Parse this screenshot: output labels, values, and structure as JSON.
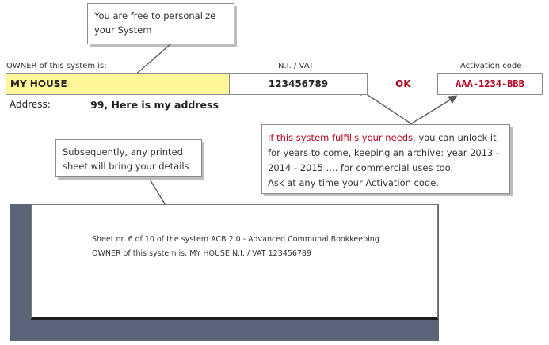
{
  "callouts": {
    "personalize": "You are free to personalize your System",
    "printed": "Subsequently, any printed sheet will bring your details",
    "unlock_highlight": "If this system fulfills your needs",
    "unlock_rest": ", you can unlock it for years to come, keeping an archive: year 2013 - 2014 - 2015 .... for commercial uses too.",
    "unlock_ask": "Ask at any time your Activation code."
  },
  "form": {
    "owner_label": "OWNER of this system is:",
    "owner_value": "MY HOUSE",
    "vat_label": "N.I. / VAT",
    "vat_value": "123456789",
    "status": "OK",
    "activation_label": "Activation code",
    "activation_value": "AAA-1234-BBB",
    "address_label": "Address:",
    "address_value": "99, Here is my address"
  },
  "sheet": {
    "line1": "Sheet nr. 6 of 10 of the system ACB 2.0 - Advanced Communal Bookkeeping",
    "line2": "OWNER of this system is: MY HOUSE N.I. / VAT 123456789"
  },
  "colors": {
    "owner_field_bg": "#fff699",
    "highlight_red": "#b3001e",
    "frame_slate": "#5b6478"
  }
}
